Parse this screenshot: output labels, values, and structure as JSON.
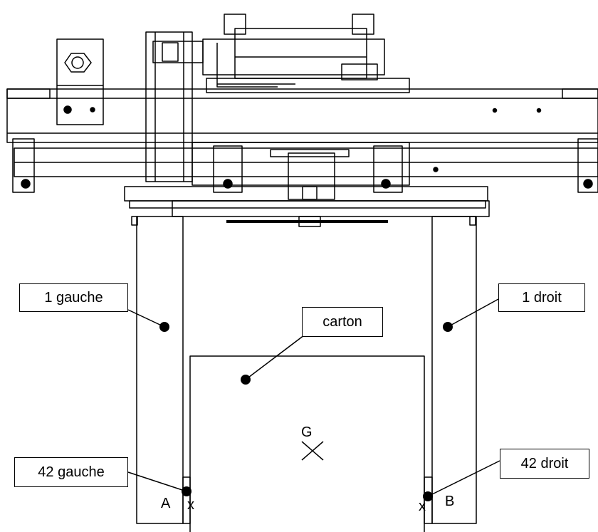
{
  "labels": {
    "gauche_1": "1 gauche",
    "droit_1": "1 droit",
    "carton": "carton",
    "gauche_42": "42 gauche",
    "droit_42": "42 droit"
  },
  "points": {
    "a": "A",
    "b": "B",
    "g": "G",
    "x_left": "x",
    "x_right": "x"
  },
  "colors": {
    "line": "#000000",
    "background": "#ffffff"
  }
}
